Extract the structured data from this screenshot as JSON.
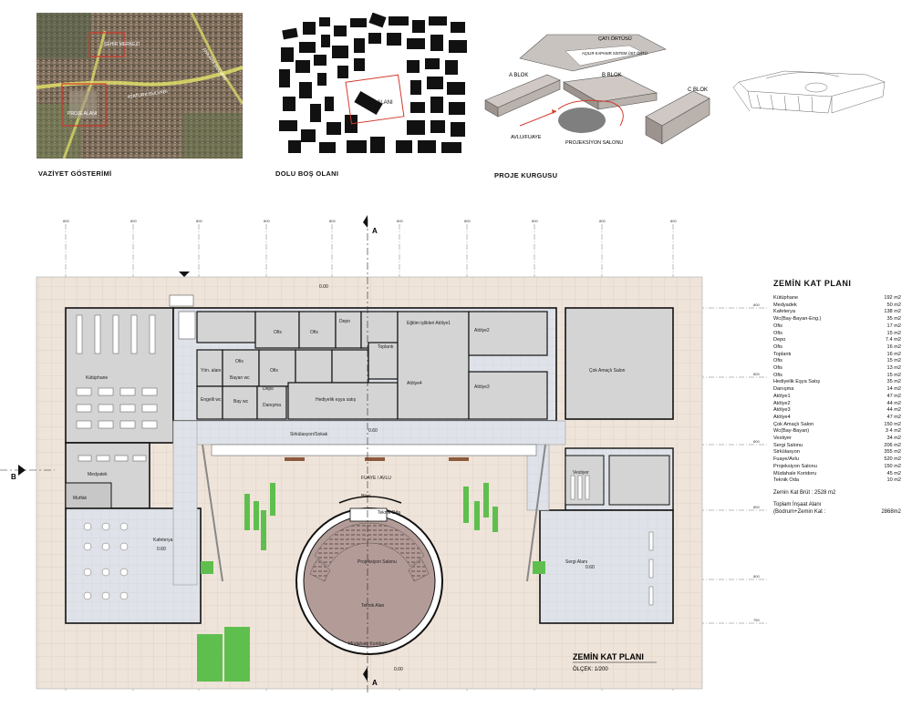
{
  "captions": {
    "site": "VAZİYET GÖSTERİMİ",
    "figure_ground": "DOLU BOŞ OLANI",
    "concept": "PROJE KURGUSU"
  },
  "satellite": {
    "labels": [
      "ŞEHİR MERKEZİ",
      "ATATÜRK BULVARI",
      "PROJE ALANI",
      "ANKARA BULVARI"
    ]
  },
  "figure_ground": {
    "area_label": "PROJE ALANI"
  },
  "concept": {
    "roof": "ÇATI ÖRTÜSÜ",
    "roof_sub": "AÇILIR KAPANIR SİSTEM ÜST ÖRTÜ",
    "block_a": "A BLOK",
    "block_b": "B BLOK",
    "block_c": "C BLOK",
    "foyer": "AVLU/FUAYE",
    "projection": "PROJEKSİYON SALONU"
  },
  "plan": {
    "axis_a_top": "A",
    "axis_a_bottom": "A",
    "axis_b": "B",
    "grid_dim": "800",
    "grid_dim_last": "750",
    "title": "ZEMİN KAT PLANI",
    "scale": "ÖLÇEK: 1/200",
    "level_1": "0.00",
    "level_2": "0.60",
    "level_3": "0.60",
    "level_4": "0.60",
    "level_5": "0.00",
    "rooms": {
      "library": "Kütüphane",
      "mediatheque": "Medyatek",
      "kitchen": "Mutfak",
      "cafeteria": "Kafeterya",
      "office1": "Ofis",
      "office2": "Ofis",
      "office3": "Ofis",
      "office4": "Ofis",
      "depot1": "Depo",
      "depot2": "Depo",
      "meeting": "Toplantı",
      "gift": "Hediyelik eşya satış",
      "reception": "Danışma",
      "wc_women": "Bayan wc",
      "wc_men": "Bay wc",
      "wc_disabled": "Engelli wc",
      "janitor": "Yön. alanı",
      "workshop1": "Eğitim işlikleri Atölye1",
      "workshop2": "Atölye2",
      "workshop3": "Atölye3",
      "workshop4": "Atölye4",
      "multipurpose": "Çok Amaçlı Salon",
      "circulation": "Sirkülasyon/Sokak",
      "foyer": "FUAYE / AVLU",
      "cloakroom": "Vestiyer",
      "exhibition": "Sergi Alanı",
      "projection": "Projeksiyon Salonu",
      "technical": "Teknik Alan",
      "tech_room": "Teknik Oda",
      "stage_1": "Bilet",
      "corridor": "Müdahale Koridoru"
    }
  },
  "area_table": {
    "title": "ZEMİN KAT PLANI",
    "rows": [
      {
        "name": "Kütüphane",
        "area": "192 m2"
      },
      {
        "name": "Medyadek",
        "area": "50 m2"
      },
      {
        "name": "Kafeterya",
        "area": "138 m2"
      },
      {
        "name": "Wc(Bay-Bayan-Eng.)",
        "area": "35 m2"
      },
      {
        "name": "Ofis",
        "area": "17 m2"
      },
      {
        "name": "Ofis",
        "area": "15 m2"
      },
      {
        "name": "Depo",
        "area": "7.4 m2"
      },
      {
        "name": "Ofis",
        "area": "16 m2"
      },
      {
        "name": "Toplantı",
        "area": "16 m2"
      },
      {
        "name": "Ofis",
        "area": "15 m2"
      },
      {
        "name": "Ofis",
        "area": "13 m2"
      },
      {
        "name": "Ofis",
        "area": "15 m2"
      },
      {
        "name": "Hediyelik Eşya Satış",
        "area": "35 m2"
      },
      {
        "name": "Danışma",
        "area": "14 m2"
      },
      {
        "name": "Atölye1",
        "area": "47 m2"
      },
      {
        "name": "Atölye2",
        "area": "44 m2"
      },
      {
        "name": "Atölye3",
        "area": "44 m2"
      },
      {
        "name": "Atölye4",
        "area": "47 m2"
      },
      {
        "name": "Çok Amaçlı Salon",
        "area": "150 m2"
      },
      {
        "name": "Wc(Bay-Bayan)",
        "area": "3 4 m2"
      },
      {
        "name": "Vestiyer",
        "area": "34 m2"
      },
      {
        "name": "Sergi Salonu",
        "area": "206 m2"
      },
      {
        "name": "Sirkülasyon",
        "area": "355 m2"
      },
      {
        "name": "Fuaye/Avlu",
        "area": "520 m2"
      },
      {
        "name": "Projeksiyon Salonu",
        "area": "150 m2"
      },
      {
        "name": "Müdahale Koridoru",
        "area": "45 m2"
      },
      {
        "name": "Teknik Oda",
        "area": "10 m2"
      }
    ],
    "gross": "Zemin Kat Brüt : 2528 m2",
    "total_label": "Toplam İnşaat Alanı",
    "total_sub": "(Bodrum+Zemin Kat :",
    "total_value": "2868m2"
  },
  "colors": {
    "plan_bg": "#efe4da",
    "grid_line": "#c9b8aa",
    "room_gray": "#d4d4d4",
    "hall_light": "#e2e6ec",
    "hall_maroon": "#b39b97",
    "green": "#5fbf4e",
    "red": "#d33a2c"
  }
}
